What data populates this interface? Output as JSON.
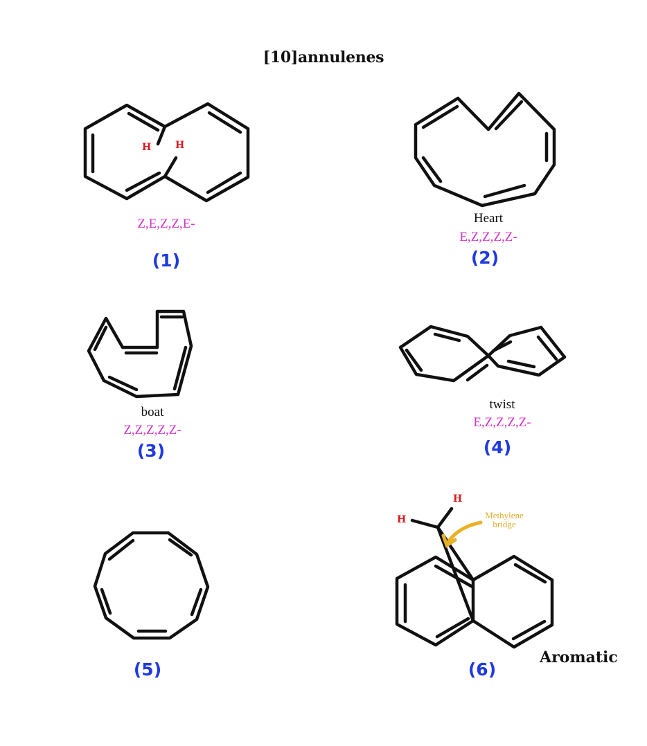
{
  "title": "[10]annulenes",
  "structures": [
    {
      "id": "1",
      "number": "(1)",
      "name": "",
      "config": "Z,E,Z,Z,E-",
      "h_labels": [
        "H",
        "H"
      ]
    },
    {
      "id": "2",
      "number": "(2)",
      "name": "Heart",
      "config": "E,Z,Z,Z,Z-"
    },
    {
      "id": "3",
      "number": "(3)",
      "name": "boat",
      "config": "Z,Z,Z,Z,Z-"
    },
    {
      "id": "4",
      "number": "(4)",
      "name": "twist",
      "config": "E,Z,Z,Z,Z-"
    },
    {
      "id": "5",
      "number": "(5)",
      "name": "",
      "config": ""
    },
    {
      "id": "6",
      "number": "(6)",
      "name": "",
      "config": "",
      "h_labels": [
        "H",
        "H"
      ],
      "annotation": "Methylene bridge",
      "annotation_line1": "Methylene",
      "annotation_line2": "bridge",
      "tag": "Aromatic"
    }
  ],
  "colors": {
    "bond": "#111111",
    "hydrogen": "#e0161b",
    "config": "#d633c9",
    "number": "#1f3ae0",
    "annotation": "#e0ac2c"
  }
}
